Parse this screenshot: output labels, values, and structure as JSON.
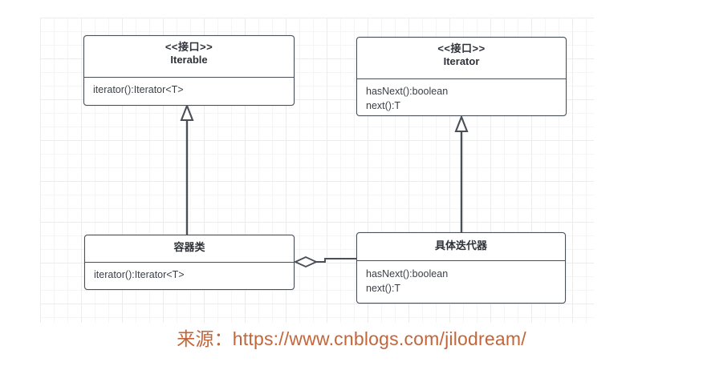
{
  "diagram": {
    "type": "uml-class-diagram",
    "title": "Iterator Pattern UML Class Diagram",
    "background": "#ffffff",
    "grid_color": "#ececec",
    "line_color": "#4a4f57",
    "classes": [
      {
        "id": "iterable",
        "stereotype": "<<接口>>",
        "name": "Iterable",
        "members": [
          "iterator():Iterator<T>"
        ]
      },
      {
        "id": "iterator",
        "stereotype": "<<接口>>",
        "name": "Iterator",
        "members": [
          "hasNext():boolean",
          "next():T"
        ]
      },
      {
        "id": "container",
        "stereotype": "",
        "name": "容器类",
        "members": [
          "iterator():Iterator<T>"
        ]
      },
      {
        "id": "concrete",
        "stereotype": "",
        "name": "具体迭代器",
        "members": [
          "hasNext():boolean",
          "next():T"
        ]
      }
    ],
    "relations": [
      {
        "id": "r1",
        "from": "container",
        "to": "iterable",
        "kind": "generalization",
        "label": ""
      },
      {
        "id": "r2",
        "from": "concrete",
        "to": "iterator",
        "kind": "generalization",
        "label": ""
      },
      {
        "id": "r3",
        "from": "container",
        "to": "concrete",
        "kind": "aggregation",
        "label": ""
      }
    ]
  },
  "caption": {
    "label": "来源：",
    "url": "https://www.cnblogs.com/jilodream/",
    "color": "#c2663a"
  }
}
